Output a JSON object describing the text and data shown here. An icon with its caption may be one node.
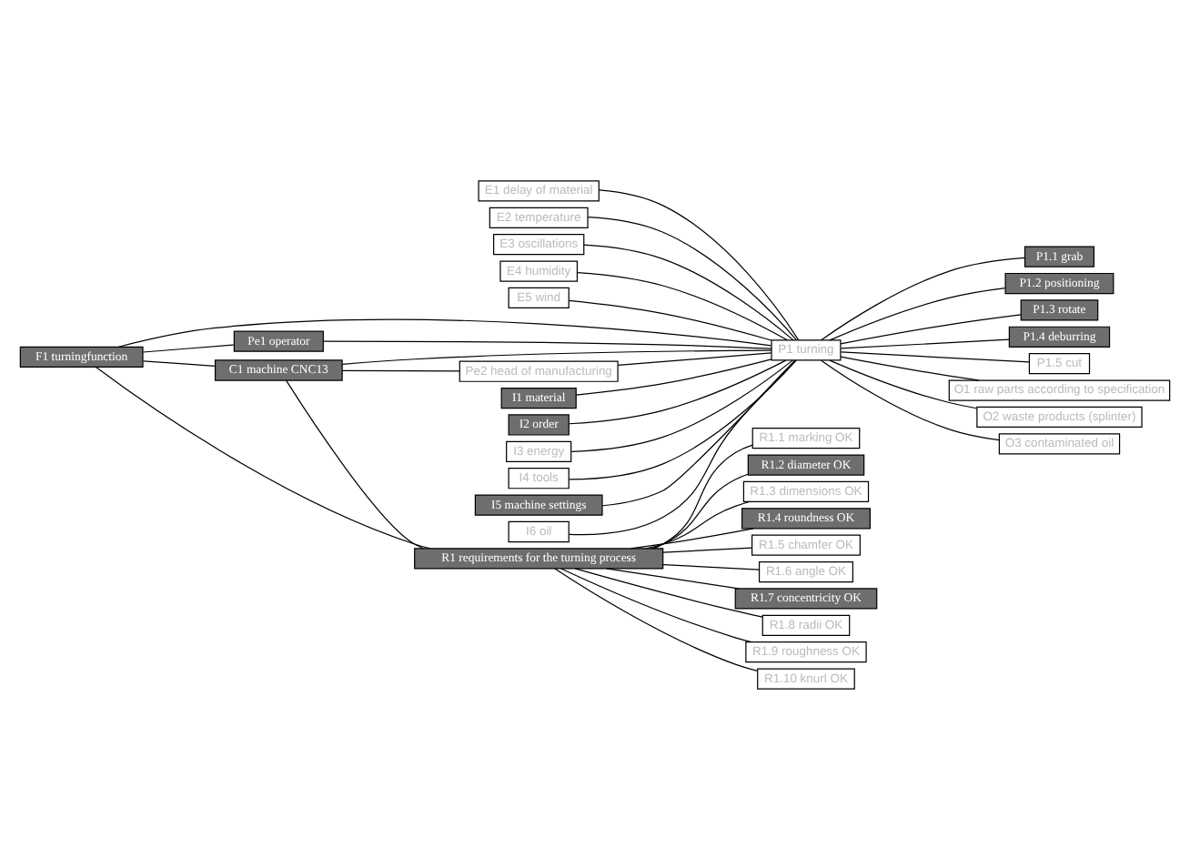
{
  "diagram": {
    "nodes": [
      {
        "text": [
          "E1 delay of material"
        ]
      },
      {
        "text": [
          "E2 temperature"
        ]
      },
      {
        "text": [
          "E3 oscillations"
        ]
      },
      {
        "text": [
          "E4 humidity"
        ]
      },
      {
        "text": [
          "E5 wind"
        ]
      },
      {
        "text": [
          "F1 turningfunction"
        ]
      },
      {
        "text": [
          "R1 requirements for the turning process"
        ]
      },
      {
        "text": [
          "R1.1 marking OK"
        ]
      },
      {
        "text": [
          "R1.2 diameter OK"
        ]
      },
      {
        "text": [
          "R1.3 dimensions OK"
        ]
      },
      {
        "text": [
          "R1.4 roundness OK"
        ]
      },
      {
        "text": [
          "R1.5 chamfer OK"
        ]
      },
      {
        "text": [
          "R1.6 angle OK"
        ]
      },
      {
        "text": [
          "R1.7 concentricity OK"
        ]
      },
      {
        "text": [
          "R1.8 radii OK"
        ]
      },
      {
        "text": [
          "R1.9 roughness OK"
        ]
      },
      {
        "text": [
          "R1.10 knurl OK"
        ]
      },
      {
        "text": [
          "C1 machine CNC13"
        ]
      },
      {
        "text": [
          "P1 turning"
        ]
      },
      {
        "text": [
          "P1.1 grab"
        ]
      },
      {
        "text": [
          "P1.2 positioning"
        ]
      },
      {
        "text": [
          "P1.3 rotate"
        ]
      },
      {
        "text": [
          "P1.4 deburring"
        ]
      },
      {
        "text": [
          "P1.5 cut"
        ]
      },
      {
        "text": [
          "Pe1 operator"
        ]
      },
      {
        "text": [
          "Pe2 head of manufacturing"
        ]
      },
      {
        "text": [
          "I1 material"
        ]
      },
      {
        "text": [
          "I2 order"
        ]
      },
      {
        "text": [
          "I3 energy"
        ]
      },
      {
        "text": [
          "I4 tools"
        ]
      },
      {
        "text": [
          "I5 machine settings"
        ]
      },
      {
        "text": [
          "I6 oil"
        ]
      },
      {
        "text": [
          "O1 raw parts according to specification"
        ]
      },
      {
        "text": [
          "O2 waste products (splinter)"
        ]
      },
      {
        "text": [
          "O3 contaminated oil"
        ]
      }
    ],
    "edges": [
      {
        "from": 0,
        "to": 18,
        "arrow": "none"
      },
      {
        "from": 1,
        "to": 18,
        "arrow": "none"
      },
      {
        "from": 2,
        "to": 18,
        "arrow": "none"
      },
      {
        "from": 3,
        "to": 18,
        "arrow": "none"
      },
      {
        "from": 4,
        "to": 18,
        "arrow": "none"
      },
      {
        "from": 5,
        "to": 6,
        "arrow": "none"
      },
      {
        "from": 5,
        "to": 18,
        "arrow": "none"
      },
      {
        "from": 5,
        "to": 17,
        "arrow": "none"
      },
      {
        "from": 5,
        "to": 24,
        "arrow": "none"
      },
      {
        "from": 6,
        "to": 7,
        "arrow": "none"
      },
      {
        "from": 6,
        "to": 8,
        "arrow": "none"
      },
      {
        "from": 6,
        "to": 9,
        "arrow": "none"
      },
      {
        "from": 6,
        "to": 10,
        "arrow": "none"
      },
      {
        "from": 6,
        "to": 11,
        "arrow": "none"
      },
      {
        "from": 6,
        "to": 12,
        "arrow": "none"
      },
      {
        "from": 6,
        "to": 13,
        "arrow": "none"
      },
      {
        "from": 6,
        "to": 14,
        "arrow": "none"
      },
      {
        "from": 6,
        "to": 15,
        "arrow": "none"
      },
      {
        "from": 6,
        "to": 16,
        "arrow": "none"
      },
      {
        "from": 17,
        "to": 6,
        "arrow": "none"
      },
      {
        "from": 17,
        "to": 18,
        "arrow": "none"
      },
      {
        "from": 17,
        "to": 25,
        "arrow": "none"
      },
      {
        "from": 18,
        "to": 19,
        "arrow": "none"
      },
      {
        "from": 18,
        "to": 20,
        "arrow": "none"
      },
      {
        "from": 18,
        "to": 21,
        "arrow": "none"
      },
      {
        "from": 18,
        "to": 22,
        "arrow": "none"
      },
      {
        "from": 18,
        "to": 23,
        "arrow": "none"
      },
      {
        "from": 24,
        "to": 18,
        "arrow": "none"
      },
      {
        "from": 25,
        "to": 18,
        "arrow": "none"
      },
      {
        "from": 26,
        "to": 18,
        "arrow": "none"
      },
      {
        "from": 27,
        "to": 18,
        "arrow": "none"
      },
      {
        "from": 28,
        "to": 18,
        "arrow": "none"
      },
      {
        "from": 29,
        "to": 18,
        "arrow": "none"
      },
      {
        "from": 30,
        "to": 18,
        "arrow": "none"
      },
      {
        "from": 31,
        "to": 18,
        "arrow": "none"
      },
      {
        "from": 18,
        "to": 32,
        "arrow": "none"
      },
      {
        "from": 18,
        "to": 33,
        "arrow": "none"
      },
      {
        "from": 18,
        "to": 34,
        "arrow": "none"
      }
    ]
  }
}
